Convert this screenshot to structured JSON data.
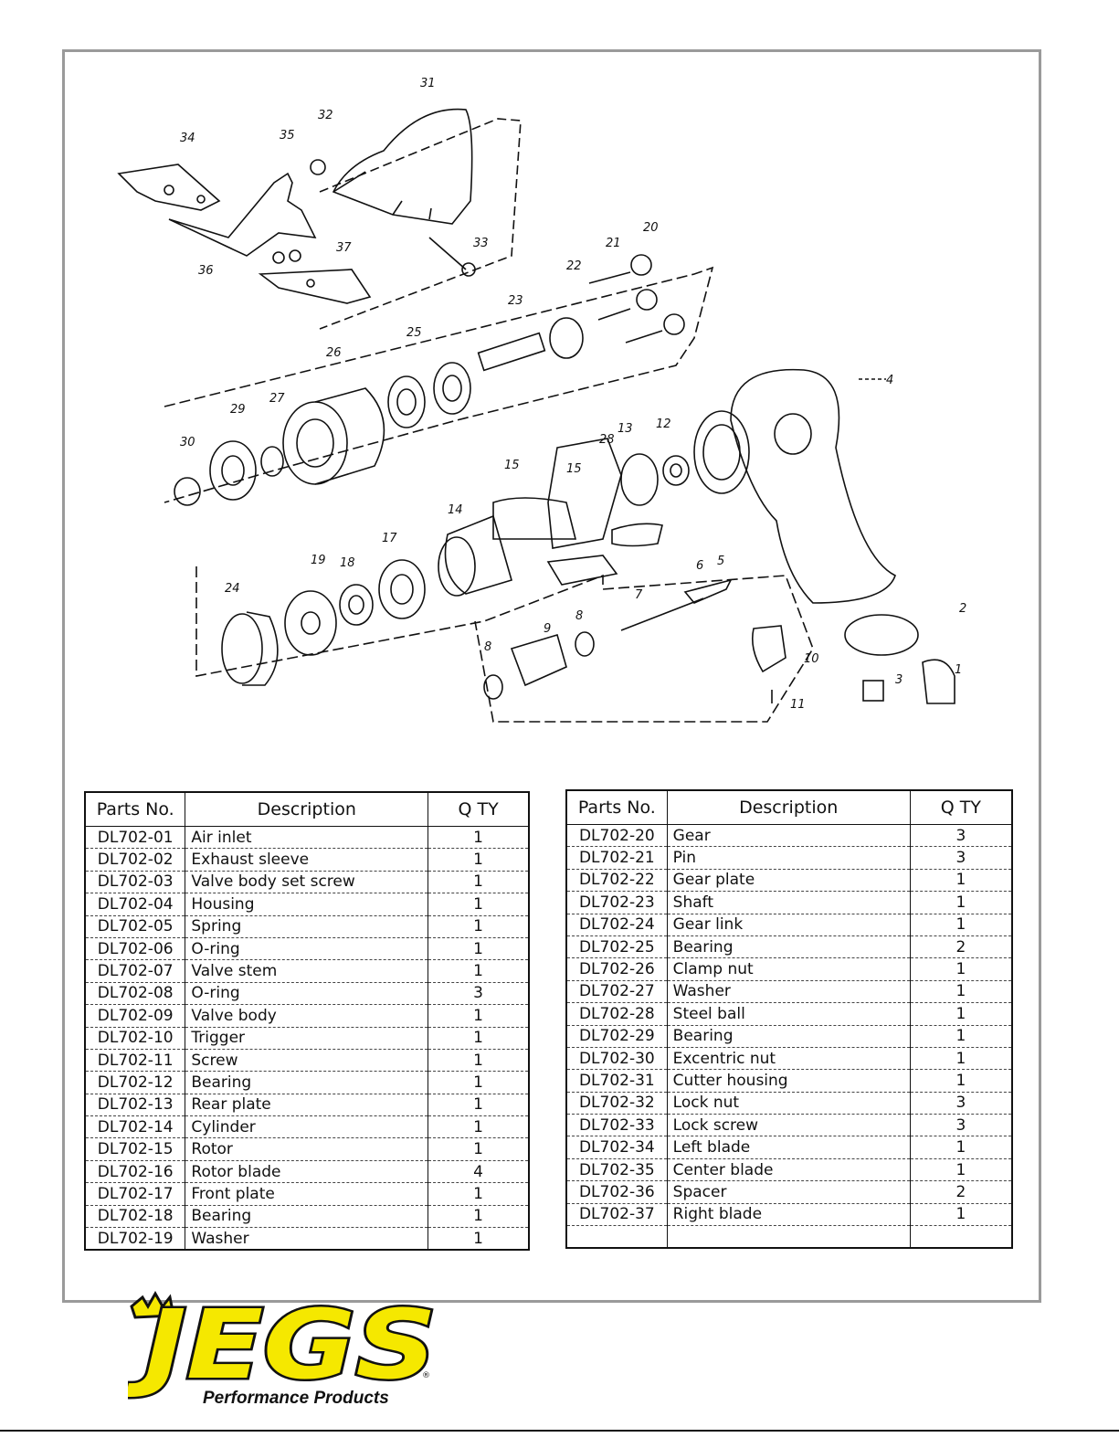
{
  "diagram": {
    "labels": [
      "1",
      "2",
      "3",
      "4",
      "5",
      "6",
      "7",
      "8",
      "8",
      "9",
      "10",
      "11",
      "12",
      "13",
      "14",
      "15",
      "15",
      "17",
      "18",
      "19",
      "20",
      "21",
      "22",
      "23",
      "24",
      "25",
      "26",
      "27",
      "28",
      "29",
      "30",
      "31",
      "32",
      "33",
      "34",
      "35",
      "36",
      "37"
    ]
  },
  "table_headers": {
    "parts_no": "Parts No.",
    "description": "Description",
    "qty": "Q TY"
  },
  "parts_left": [
    {
      "no": "DL702-01",
      "desc": "Air inlet",
      "qty": "1"
    },
    {
      "no": "DL702-02",
      "desc": "Exhaust sleeve",
      "qty": "1"
    },
    {
      "no": "DL702-03",
      "desc": "Valve body set screw",
      "qty": "1"
    },
    {
      "no": "DL702-04",
      "desc": "Housing",
      "qty": "1"
    },
    {
      "no": "DL702-05",
      "desc": "Spring",
      "qty": "1"
    },
    {
      "no": "DL702-06",
      "desc": "O-ring",
      "qty": "1"
    },
    {
      "no": "DL702-07",
      "desc": "Valve stem",
      "qty": "1"
    },
    {
      "no": "DL702-08",
      "desc": "O-ring",
      "qty": "3"
    },
    {
      "no": "DL702-09",
      "desc": "Valve body",
      "qty": "1"
    },
    {
      "no": "DL702-10",
      "desc": "Trigger",
      "qty": "1"
    },
    {
      "no": "DL702-11",
      "desc": "Screw",
      "qty": "1"
    },
    {
      "no": "DL702-12",
      "desc": "Bearing",
      "qty": "1"
    },
    {
      "no": "DL702-13",
      "desc": "Rear plate",
      "qty": "1"
    },
    {
      "no": "DL702-14",
      "desc": "Cylinder",
      "qty": "1"
    },
    {
      "no": "DL702-15",
      "desc": "Rotor",
      "qty": "1"
    },
    {
      "no": "DL702-16",
      "desc": "Rotor blade",
      "qty": "4"
    },
    {
      "no": "DL702-17",
      "desc": "Front plate",
      "qty": "1"
    },
    {
      "no": "DL702-18",
      "desc": "Bearing",
      "qty": "1"
    },
    {
      "no": "DL702-19",
      "desc": "Washer",
      "qty": "1"
    }
  ],
  "parts_right": [
    {
      "no": "DL702-20",
      "desc": "Gear",
      "qty": "3"
    },
    {
      "no": "DL702-21",
      "desc": "Pin",
      "qty": "3"
    },
    {
      "no": "DL702-22",
      "desc": "Gear plate",
      "qty": "1"
    },
    {
      "no": "DL702-23",
      "desc": "Shaft",
      "qty": "1"
    },
    {
      "no": "DL702-24",
      "desc": "Gear link",
      "qty": "1"
    },
    {
      "no": "DL702-25",
      "desc": "Bearing",
      "qty": "2"
    },
    {
      "no": "DL702-26",
      "desc": "Clamp nut",
      "qty": "1"
    },
    {
      "no": "DL702-27",
      "desc": "Washer",
      "qty": "1"
    },
    {
      "no": "DL702-28",
      "desc": "Steel ball",
      "qty": "1"
    },
    {
      "no": "DL702-29",
      "desc": "Bearing",
      "qty": "1"
    },
    {
      "no": "DL702-30",
      "desc": "Excentric nut",
      "qty": "1"
    },
    {
      "no": "DL702-31",
      "desc": "Cutter housing",
      "qty": "1"
    },
    {
      "no": "DL702-32",
      "desc": "Lock nut",
      "qty": "3"
    },
    {
      "no": "DL702-33",
      "desc": "Lock screw",
      "qty": "3"
    },
    {
      "no": "DL702-34",
      "desc": "Left blade",
      "qty": "1"
    },
    {
      "no": "DL702-35",
      "desc": "Center blade",
      "qty": "1"
    },
    {
      "no": "DL702-36",
      "desc": "Spacer",
      "qty": "2"
    },
    {
      "no": "DL702-37",
      "desc": "Right blade",
      "qty": "1"
    },
    {
      "no": "",
      "desc": "",
      "qty": ""
    }
  ],
  "brand": {
    "logo_text": "JEGS",
    "tagline": "Performance Products",
    "logo_color": "#f5e800"
  }
}
